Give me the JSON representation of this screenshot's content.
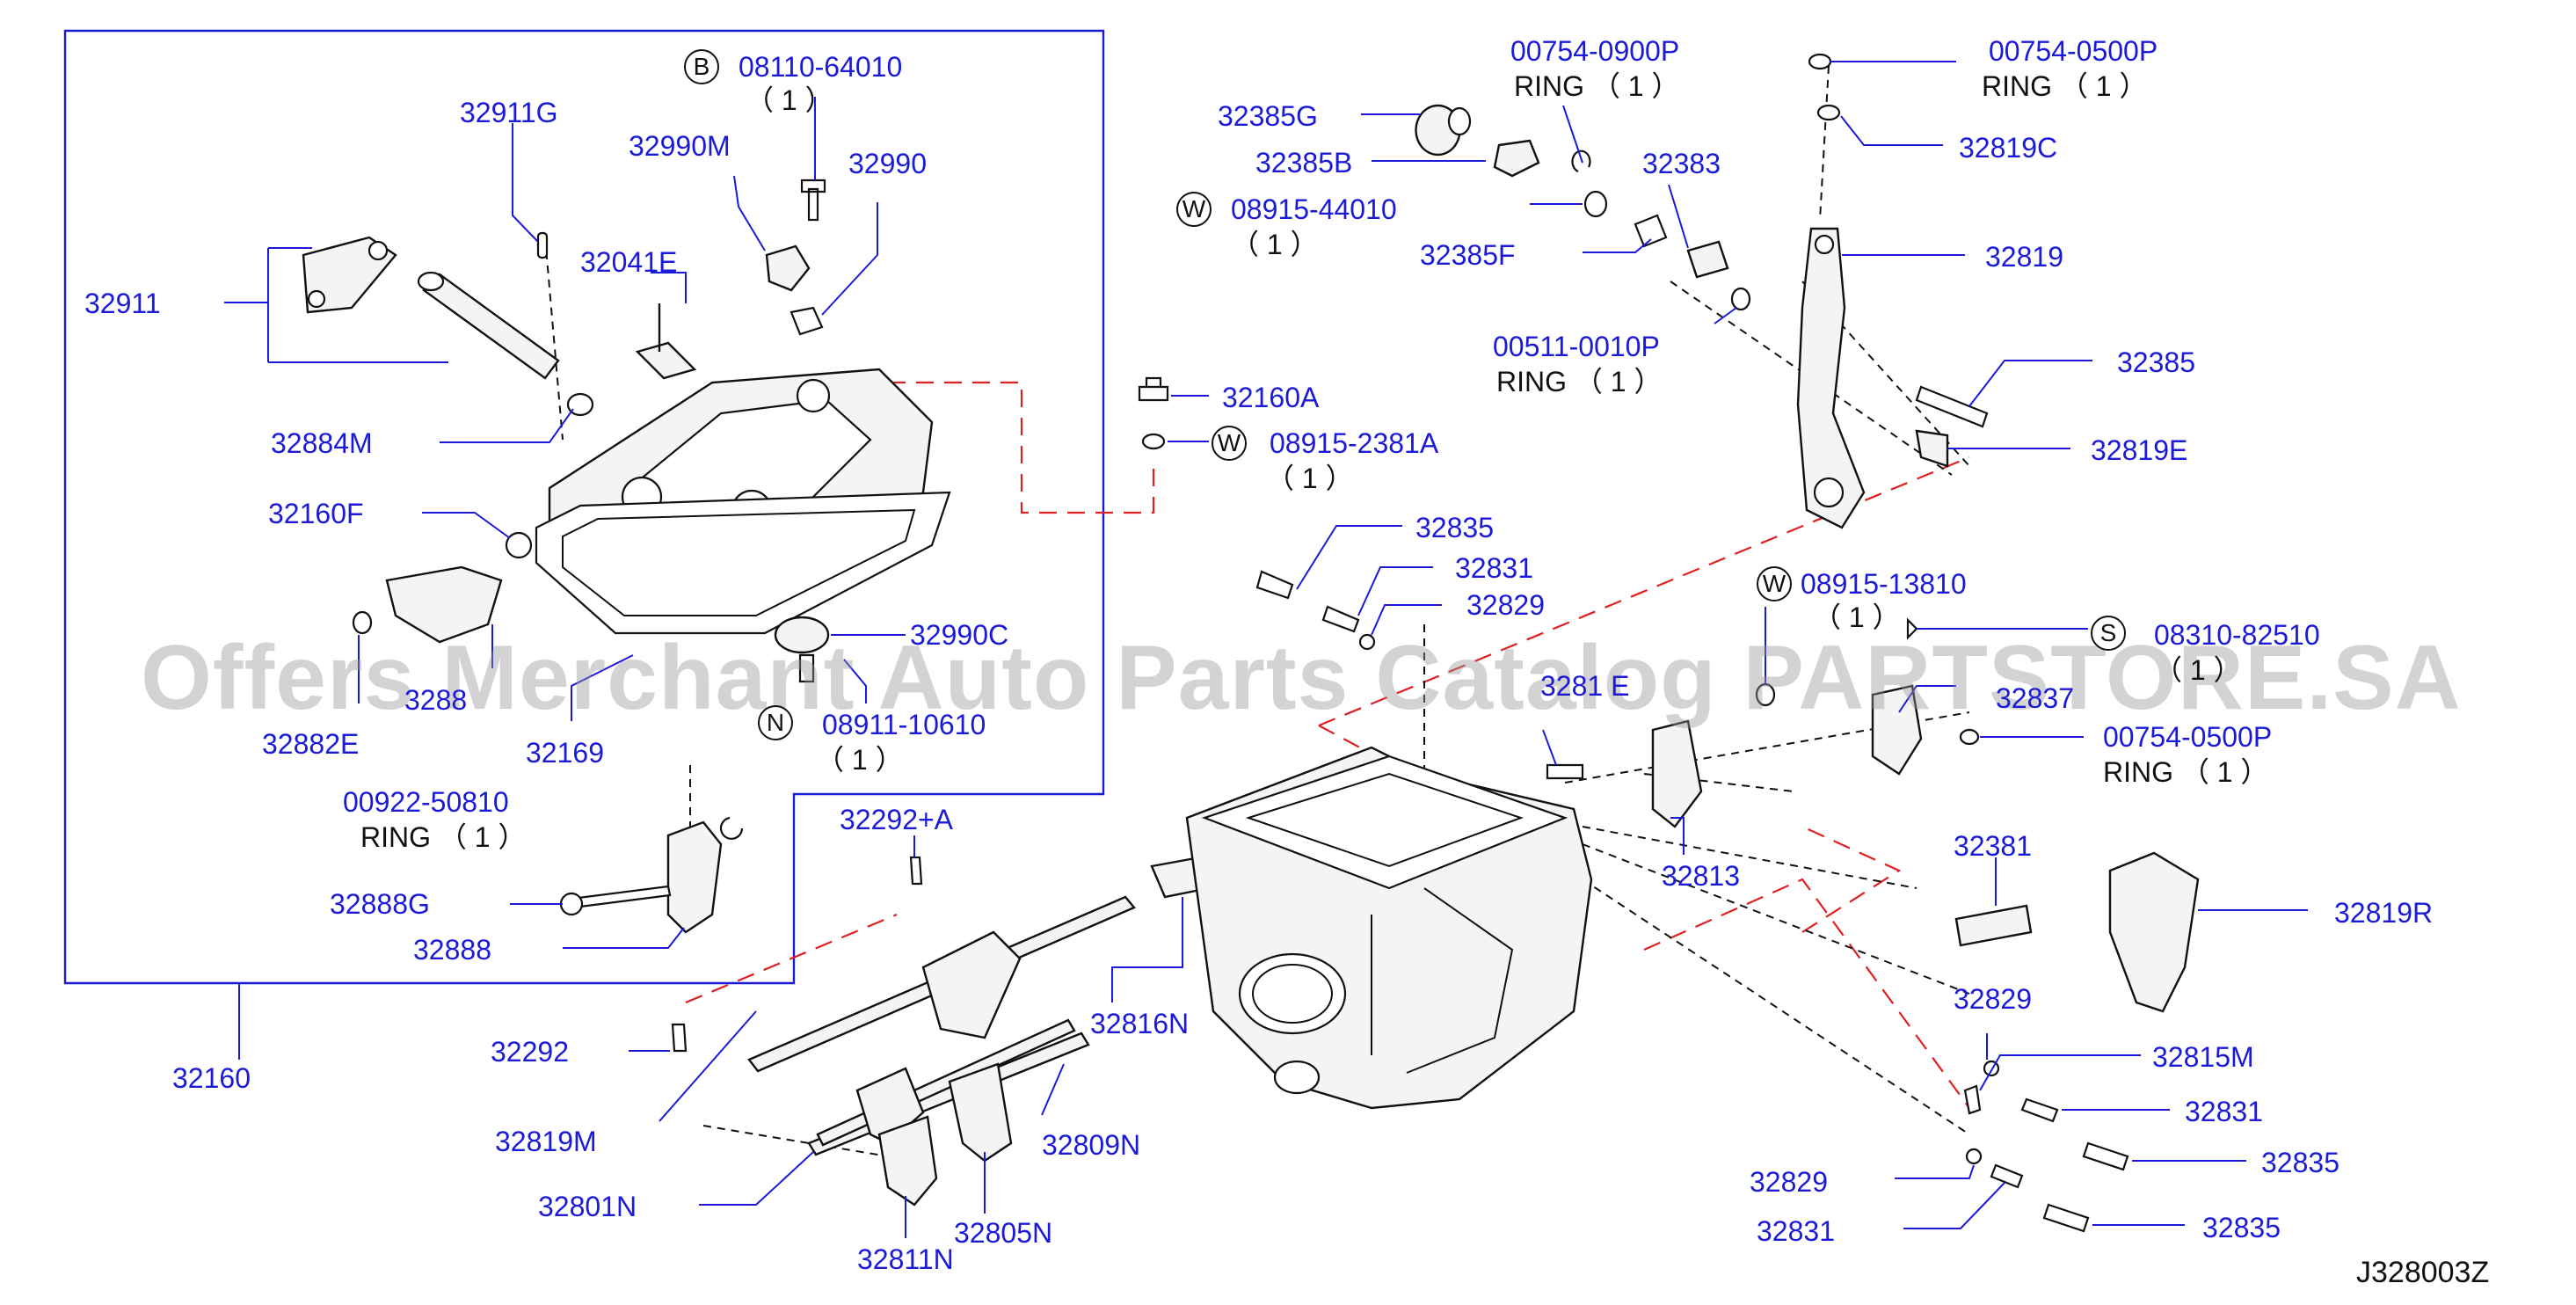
{
  "diagram_code": "J328003Z",
  "watermark": "Offers Merchant Auto Parts Catalog PARTSTORE.SA",
  "ring_word": "RING",
  "qty": "（ 1 ）",
  "badges": {
    "B": "B",
    "W": "W",
    "N": "N",
    "S": "S"
  },
  "parts": {
    "p08110_64010": "08110-64010",
    "p32911G": "32911G",
    "p32990M": "32990M",
    "p32990": "32990",
    "p32041E": "32041E",
    "p32911": "32911",
    "p32884M": "32884M",
    "p32160F": "32160F",
    "p32990C": "32990C",
    "p3288x": "3288",
    "p32882E": "32882E",
    "p32169": "32169",
    "p08911_10610": "08911-10610",
    "p00922_50810": "00922-50810",
    "p32888G": "32888G",
    "p32888": "32888",
    "p32160": "32160",
    "p32292A": "32292+A",
    "p32292": "32292",
    "p32819M": "32819M",
    "p32801N": "32801N",
    "p32811N": "32811N",
    "p32805N": "32805N",
    "p32809N": "32809N",
    "p32816N": "32816N",
    "p32160A": "32160A",
    "p08915_2381A": "08915-2381A",
    "p32835a": "32835",
    "p32831a": "32831",
    "p32829a": "32829",
    "p32385G": "32385G",
    "p32385B": "32385B",
    "p00754_0900P": "00754-0900P",
    "p32383": "32383",
    "p08915_44010": "08915-44010",
    "p32385F": "32385F",
    "p00511_0010P": "00511-0010P",
    "p00754_0500P_top": "00754-0500P",
    "p32819C": "32819C",
    "p32819": "32819",
    "p32385": "32385",
    "p32819E": "32819E",
    "p08915_13810": "08915-13810",
    "p08310_82510": "08310-82510",
    "p32837": "32837",
    "p00754_0500P_mid": "00754-0500P",
    "p3281xE": "3281 E",
    "p32813": "32813",
    "p32381": "32381",
    "p32819R": "32819R",
    "p32829b": "32829",
    "p32815M": "32815M",
    "p32831b": "32831",
    "p32835b": "32835",
    "p32829c": "32829",
    "p32831c": "32831",
    "p32835c": "32835"
  }
}
